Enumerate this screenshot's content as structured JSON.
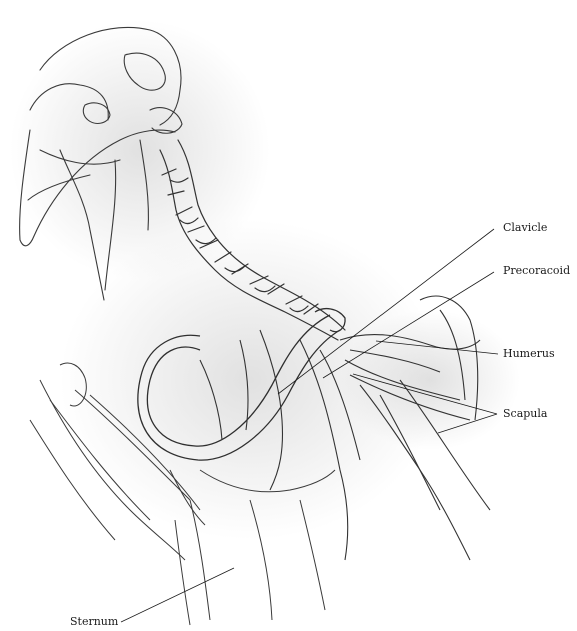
{
  "figure": {
    "labels": {
      "clavicle": "Clavicle",
      "precoracoid": "Precoracoid",
      "humerus": "Humerus",
      "scapula": "Scapula",
      "sternum": "Sternum"
    }
  },
  "colors": {
    "background": "#ffffff",
    "ink": "#333333",
    "shading": "#b8b8b8",
    "leader_line": "#1a1a1a"
  }
}
